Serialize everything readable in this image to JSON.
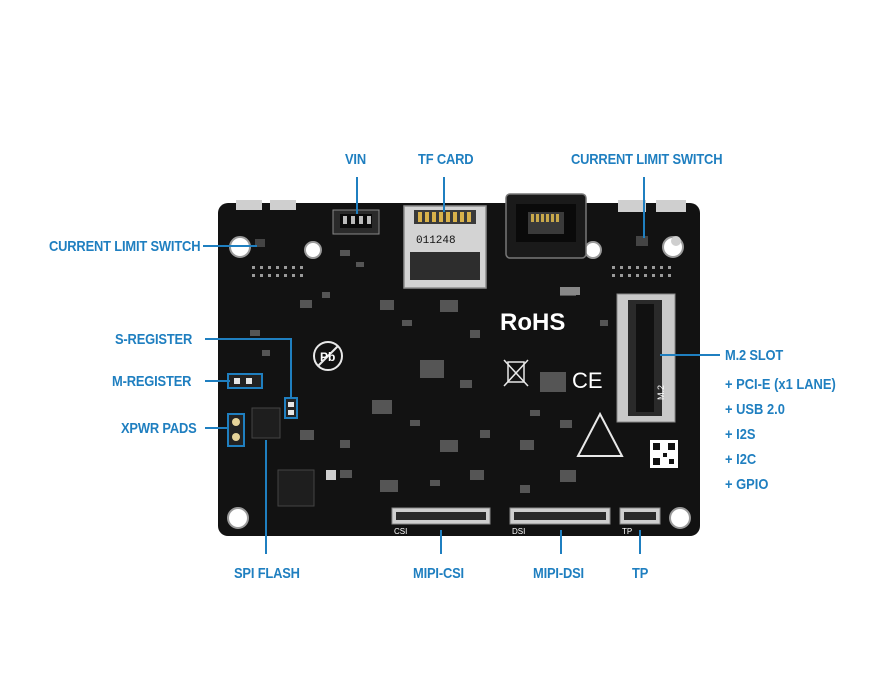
{
  "board": {
    "colors": {
      "pcb": "#111111",
      "label_blue": "#1f7fc0",
      "silk": "#e8e8e8",
      "metal": "#c9c9c9"
    },
    "silkscreen": {
      "rohs": "RoHS",
      "tf_serial": "011248",
      "ce_mark": "CE",
      "lead_free_mark": "Pb",
      "csi": "CSI",
      "dsi": "DSI",
      "tp": "TP",
      "m2": "M.2"
    }
  },
  "labels": {
    "vin": "VIN",
    "tf_card": "TF CARD",
    "current_limit_switch_top": "CURRENT LIMIT SWITCH",
    "current_limit_switch_left": "CURRENT LIMIT SWITCH",
    "s_register": "S-REGISTER",
    "m_register": "M-REGISTER",
    "xpwr_pads": "XPWR PADS",
    "spi_flash": "SPI FLASH",
    "mipi_csi": "MIPI-CSI",
    "mipi_dsi": "MIPI-DSI",
    "tp": "TP",
    "m2_slot": "M.2 SLOT",
    "m2_features": [
      "+ PCI-E (x1 LANE)",
      "+ USB 2.0",
      "+ I2S",
      "+ I2C",
      "+ GPIO"
    ]
  }
}
